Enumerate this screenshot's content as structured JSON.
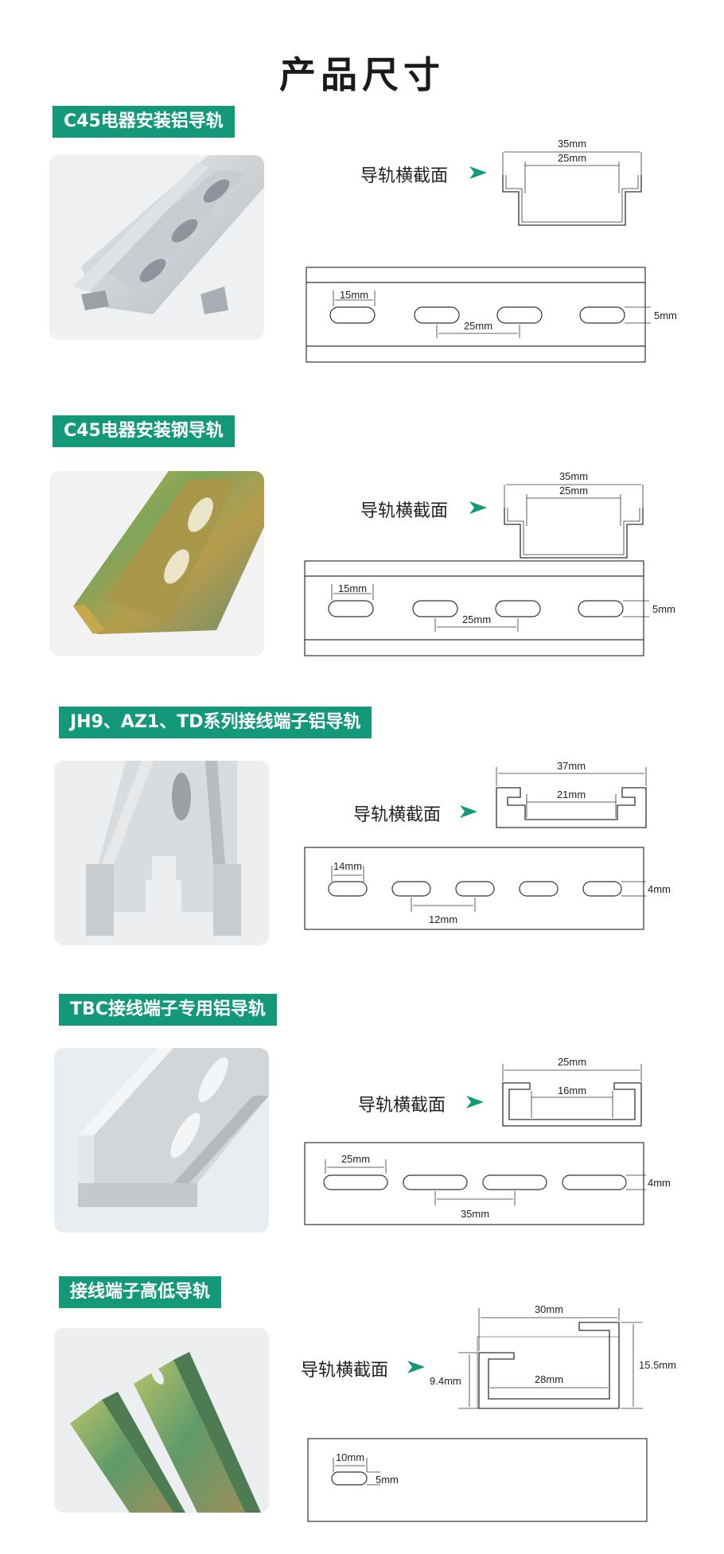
{
  "page_title": "产品尺寸",
  "cross_section_label": "导轨横截面",
  "sections": [
    {
      "title": "C45电器安装铝导轨",
      "cs_outer": "35mm",
      "cs_inner": "25mm",
      "slot_len": "15mm",
      "pitch": "25mm",
      "slot_w": "5mm"
    },
    {
      "title": "C45电器安装钢导轨",
      "cs_outer": "35mm",
      "cs_inner": "25mm",
      "slot_len": "15mm",
      "pitch": "25mm",
      "slot_w": "5mm"
    },
    {
      "title": "JH9、AZ1、TD系列接线端子铝导轨",
      "cs_outer": "37mm",
      "cs_inner": "21mm",
      "slot_len": "14mm",
      "pitch": "12mm",
      "slot_w": "4mm"
    },
    {
      "title": "TBC接线端子专用铝导轨",
      "cs_outer": "25mm",
      "cs_inner": "16mm",
      "slot_len": "25mm",
      "pitch": "35mm",
      "slot_w": "4mm"
    },
    {
      "title": "接线端子高低导轨",
      "cs_outer": "30mm",
      "cs_inner": "28mm",
      "cs_left": "9.4mm",
      "cs_right": "15.5mm",
      "slot_len": "10mm",
      "slot_w": "5mm"
    }
  ],
  "colors": {
    "accent": "#13987a",
    "arrow": "#13987a"
  }
}
